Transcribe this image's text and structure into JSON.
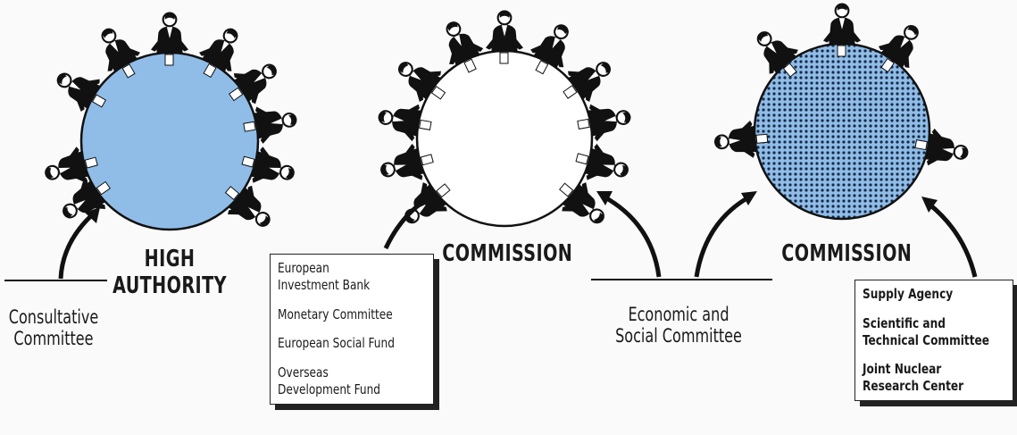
{
  "panels": [
    {
      "title_line1": "HIGH",
      "title_line2": "AUTHORITY",
      "fill": "#8fbde8",
      "pattern": "solid",
      "side_body": "Consultative\nCommittee"
    },
    {
      "title": "COMMISSION",
      "fill": "#ffffff",
      "pattern": "none",
      "bodies": [
        "European\nInvestment Bank",
        "Monetary Committee",
        "European Social Fund",
        "Overseas\nDevelopment Fund"
      ],
      "side_body": "Economic and\nSocial Committee"
    },
    {
      "title": "COMMISSION",
      "fill": "#8fbde8",
      "pattern": "dotted",
      "bodies": [
        "Supply Agency",
        "Scientific and\nTechnical Committee",
        "Joint Nuclear\nResearch Center"
      ]
    }
  ],
  "colors": {
    "table_blue": "#8fbde8",
    "ink": "#1a1a1a"
  }
}
